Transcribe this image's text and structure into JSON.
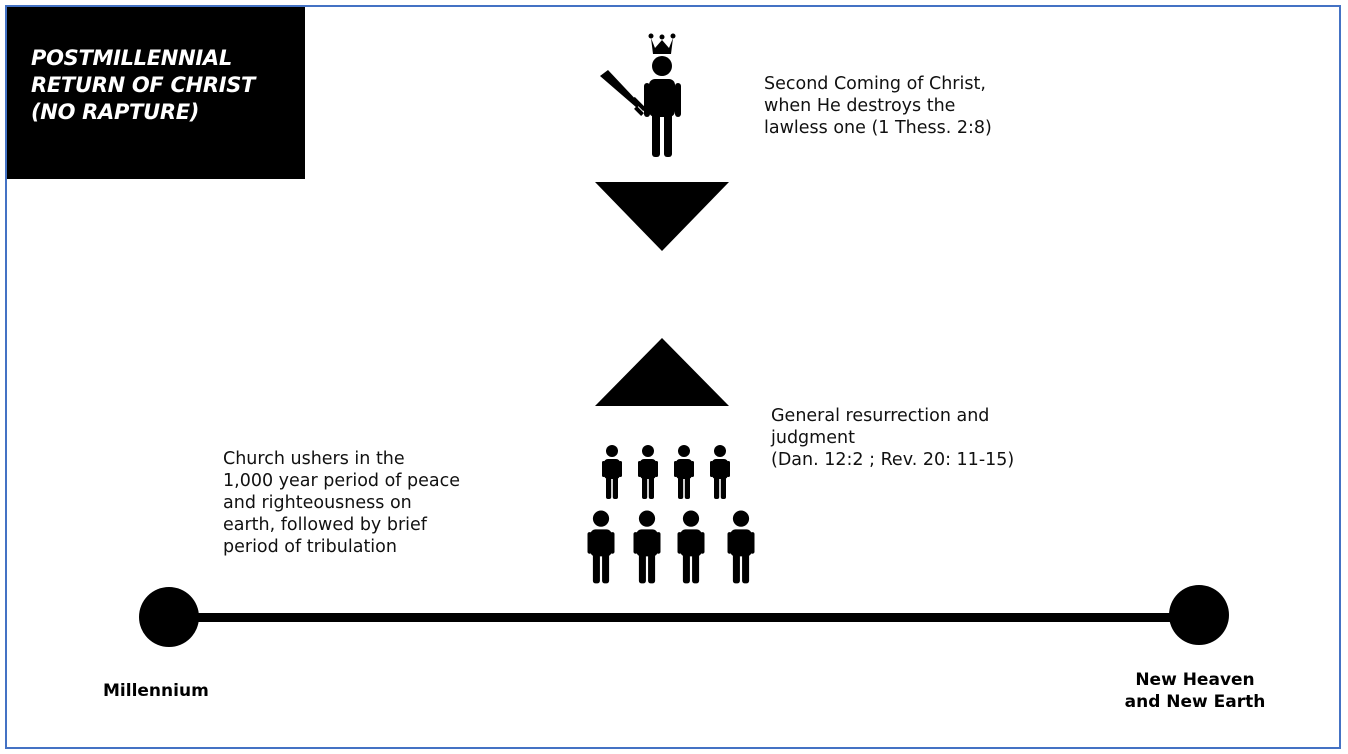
{
  "title": "POSTMILLENNIAL\nRETURN OF CHRIST\n(NO RAPTURE)",
  "second_coming_caption": "Second Coming of Christ,\nwhen He destroys the\nlawless one (1 Thess. 2:8)",
  "resurrection_caption": "General resurrection and\njudgment\n(Dan. 12:2 ; Rev. 20: 11-15)",
  "church_caption": "Church ushers in the\n1,000 year period of peace\nand righteousness on\nearth, followed by brief\nperiod of tribulation",
  "timeline": {
    "start_label": "Millennium",
    "end_label": "New Heaven\nand New Earth"
  },
  "icons": {
    "christ_figure": "crowned-figure-with-sword-icon",
    "people_group": "people-group-icon",
    "arrow_down": "down-triangle-icon",
    "arrow_up": "up-triangle-icon"
  },
  "colors": {
    "frame_border": "#4472c4",
    "ink": "#000000"
  }
}
